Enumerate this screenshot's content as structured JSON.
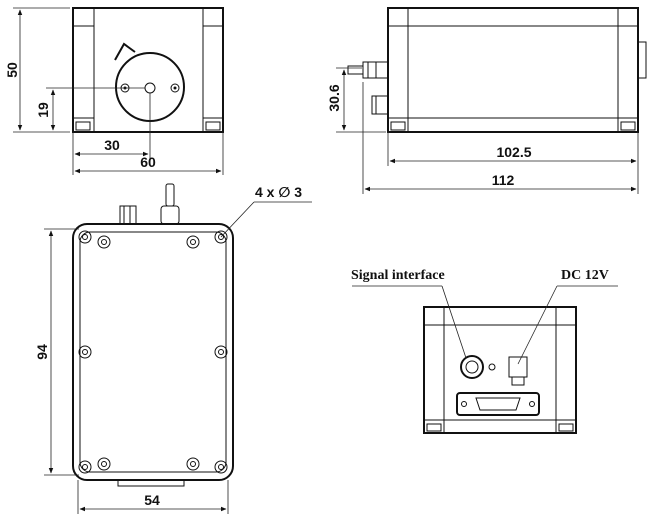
{
  "front_view": {
    "height_dim": "50",
    "hole_height_dim": "19",
    "hole_offset_dim": "30",
    "width_dim": "60"
  },
  "side_view": {
    "connector_height_dim": "30.6",
    "body_length_dim": "102.5",
    "total_length_dim": "112"
  },
  "top_view": {
    "hole_callout": "4 x ∅ 3",
    "length_dim": "94",
    "width_dim": "54"
  },
  "rear_view": {
    "signal_label": "Signal interface",
    "power_label": "DC 12V"
  },
  "colors": {
    "line": "#111111",
    "background": "#ffffff"
  }
}
